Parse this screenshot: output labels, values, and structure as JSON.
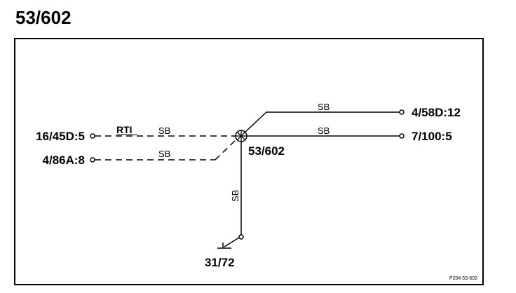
{
  "title": "53/602",
  "diagram": {
    "junction_label": "53/602",
    "terminals": {
      "left_top": "16/45D:5",
      "left_bottom": "4/86A:8",
      "right_top": "4/58D:12",
      "right_middle": "7/100:5",
      "ground": "31/72"
    },
    "wire_codes": {
      "rti": "RTI",
      "sb_left_top": "SB",
      "sb_left_bottom": "SB",
      "sb_right_top": "SB",
      "sb_right_middle": "SB",
      "sb_vertical": "SB"
    },
    "footer_code": "P204 53-602"
  }
}
